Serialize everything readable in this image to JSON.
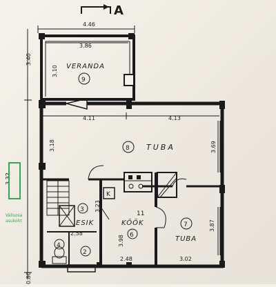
{
  "north_marker": "A",
  "dimensions": {
    "top": "4.46",
    "veranda_inner": "3.86",
    "left_top": "3.40",
    "veranda_side": "3.10",
    "mid_left": "4.11",
    "mid_right": "4.13",
    "left_mid": "3.18",
    "right_mid": "3.69",
    "left_lower": "3.32",
    "esik_height": "3.23",
    "esik_width": "2.58",
    "kook_height": "3.98",
    "kook_width": "2.48",
    "tuba7_height": "3.87",
    "tuba7_width": "3.02",
    "left_bottom": "0.80"
  },
  "rooms": {
    "veranda": {
      "label": "VERANDA",
      "number": "9"
    },
    "tuba_main": {
      "label": "TUBA",
      "number": "8"
    },
    "esik": {
      "label": "ESIK",
      "number": "3"
    },
    "kook": {
      "label": "KÖÖK",
      "number": "6",
      "marker": "11"
    },
    "tuba_small": {
      "label": "TUBA",
      "number": "7"
    },
    "room_4": {
      "number": "4"
    },
    "room_2": {
      "number": "2"
    },
    "stove_mark": {
      "label": "K"
    }
  },
  "annotation": {
    "line1": "Välisosa",
    "line2": "asukoht",
    "color": "#2fa84f"
  }
}
